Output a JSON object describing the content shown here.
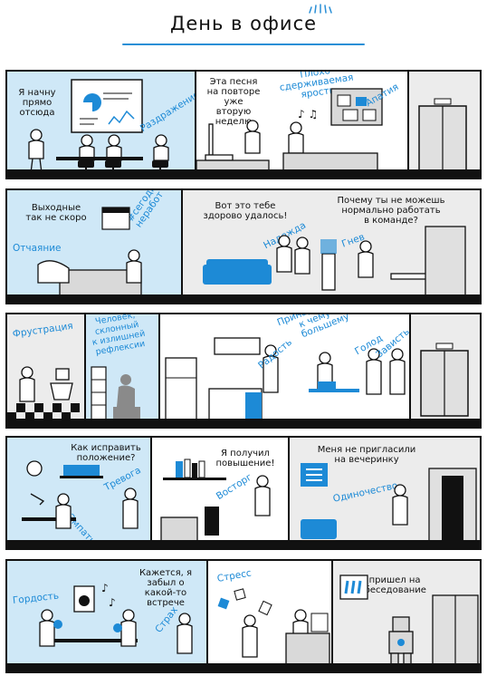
{
  "title": "День в офисе",
  "strips": [
    {
      "speech": [
        "Я начну\nпрямо\nотсюда",
        "Эта песня\nна повторе\nуже вторую\nнеделю"
      ],
      "emotions": [
        "Раздражение",
        "Плохо\nсдерживаемая\nярость",
        "Апатия"
      ]
    },
    {
      "speech": [
        "Выходные\nтак не скоро",
        "Вот это тебе\nздорово удалось!",
        "Почему ты не можешь\nнормально работать\nв команде?"
      ],
      "emotions": [
        "Отчаяние",
        "#сегодня\nнеработ",
        "Надежда",
        "Гнев"
      ]
    },
    {
      "speech": [],
      "emotions": [
        "Фрустрация",
        "Человек,\nсклонный\nк излишней\nрефлексии",
        "Радость",
        "Принадлежность\nк чему-то\nбольшему",
        "Голод",
        "Зависть"
      ]
    },
    {
      "speech": [
        "Как исправить\nположение?",
        "Я получил\nповышение!",
        "Меня не пригласили\nна вечеринку"
      ],
      "emotions": [
        "Тревога",
        "Эмпатия",
        "Восторг",
        "Одиночество"
      ]
    },
    {
      "speech": [
        "Кажется, я\nзабыл о\nкакой-то встрече",
        "Я пришел на\nсобеседование"
      ],
      "emotions": [
        "Гордость",
        "Страх",
        "Стресс"
      ]
    }
  ],
  "colors": {
    "accent": "#1d8ad6",
    "panel_light": "#cfe8f7",
    "ink": "#111111"
  }
}
